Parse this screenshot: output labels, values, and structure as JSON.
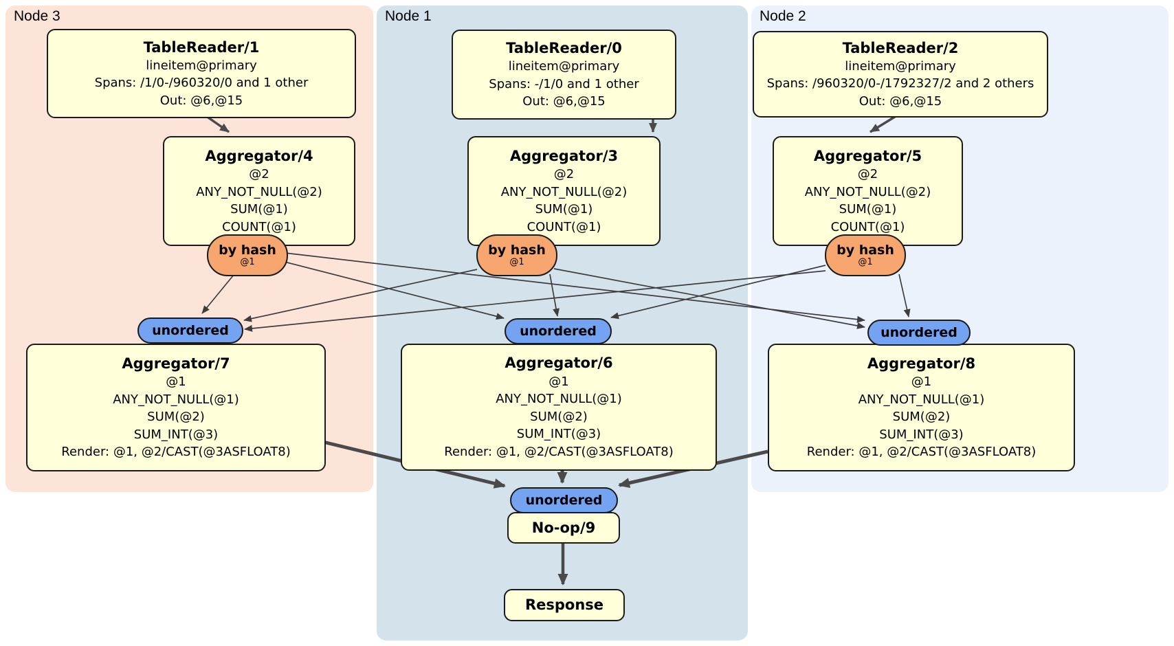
{
  "colors": {
    "node3_bg": "#fce4d8",
    "node1_bg": "#d4e2ec",
    "node2_bg": "#ebf2fb",
    "box_fill": "#ffffd9",
    "router_fill": "#f6a66e",
    "sync_fill": "#74a3f1",
    "edge": "#4a4a4a"
  },
  "regions": [
    {
      "label": "Node 3"
    },
    {
      "label": "Node 1"
    },
    {
      "label": "Node 2"
    }
  ],
  "boxes": {
    "tr1": {
      "title": "TableReader/1",
      "lines": [
        "lineitem@primary",
        "Spans: /1/0-/960320/0 and 1 other",
        "Out: @6,@15"
      ]
    },
    "tr0": {
      "title": "TableReader/0",
      "lines": [
        "lineitem@primary",
        "Spans: -/1/0 and 1 other",
        "Out: @6,@15"
      ]
    },
    "tr2": {
      "title": "TableReader/2",
      "lines": [
        "lineitem@primary",
        "Spans: /960320/0-/1792327/2 and 2 others",
        "Out: @6,@15"
      ]
    },
    "agg4": {
      "title": "Aggregator/4",
      "lines": [
        "@2",
        "ANY_NOT_NULL(@2)",
        "SUM(@1)",
        "COUNT(@1)"
      ]
    },
    "agg3": {
      "title": "Aggregator/3",
      "lines": [
        "@2",
        "ANY_NOT_NULL(@2)",
        "SUM(@1)",
        "COUNT(@1)"
      ]
    },
    "agg5": {
      "title": "Aggregator/5",
      "lines": [
        "@2",
        "ANY_NOT_NULL(@2)",
        "SUM(@1)",
        "COUNT(@1)"
      ]
    },
    "agg7": {
      "title": "Aggregator/7",
      "lines": [
        "@1",
        "ANY_NOT_NULL(@1)",
        "SUM(@2)",
        "SUM_INT(@3)",
        "Render: @1, @2/CAST(@3ASFLOAT8)"
      ]
    },
    "agg6": {
      "title": "Aggregator/6",
      "lines": [
        "@1",
        "ANY_NOT_NULL(@1)",
        "SUM(@2)",
        "SUM_INT(@3)",
        "Render: @1, @2/CAST(@3ASFLOAT8)"
      ]
    },
    "agg8": {
      "title": "Aggregator/8",
      "lines": [
        "@1",
        "ANY_NOT_NULL(@1)",
        "SUM(@2)",
        "SUM_INT(@3)",
        "Render: @1, @2/CAST(@3ASFLOAT8)"
      ]
    },
    "noop": {
      "title": "No-op/9"
    },
    "response": {
      "title": "Response"
    }
  },
  "routers": {
    "label": "by hash",
    "stream": "@1"
  },
  "syncs": {
    "label": "unordered"
  }
}
